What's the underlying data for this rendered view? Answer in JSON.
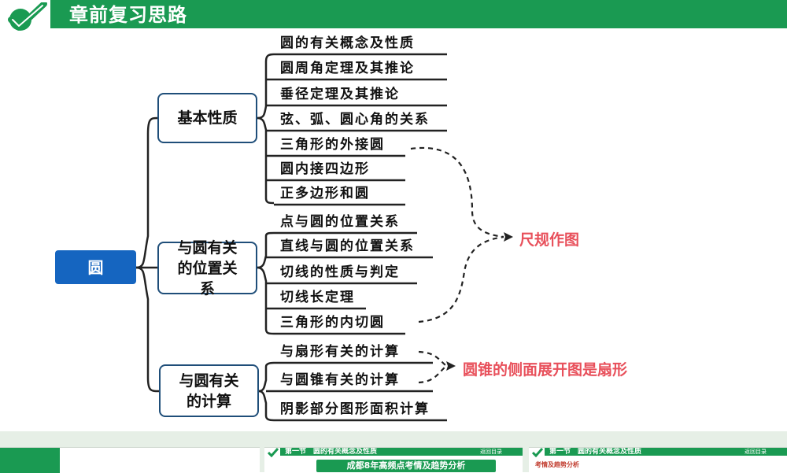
{
  "header": {
    "title": "章前复习思路"
  },
  "diagram": {
    "root": "圆",
    "categories": [
      {
        "label": "基本性质",
        "leaves": [
          "圆的有关概念及性质",
          "圆周角定理及其推论",
          "垂径定理及其推论",
          "弦、弧、圆心角的关系",
          "三角形的外接圆",
          "圆内接四边形",
          "正多边形和圆"
        ]
      },
      {
        "label": "与圆有关的位置关系",
        "leaves": [
          "点与圆的位置关系",
          "直线与圆的位置关系",
          "切线的性质与判定",
          "切线长定理",
          "三角形的内切圆"
        ]
      },
      {
        "label": "与圆有关的计算",
        "leaves": [
          "与扇形有关的计算",
          "与圆锥有关的计算",
          "阴影部分图形面积计算"
        ]
      }
    ],
    "notes": [
      "尺规作图",
      "圆锥的侧面展开图是扇形"
    ]
  },
  "thumbnails": [
    {},
    {
      "header": "第一节　圆的有关概念及性质",
      "right": "返回目录",
      "subtitle": "成都8年高频点考情及趋势分析"
    },
    {
      "header": "第一节　圆的有关概念及性质",
      "right": "返回目录",
      "subtitle": "考情及趋势分析"
    }
  ],
  "colors": {
    "brand_green": "#1a9a52",
    "root_blue": "#1565c0",
    "box_border": "#1f4e79",
    "note_red": "#e8505b"
  }
}
